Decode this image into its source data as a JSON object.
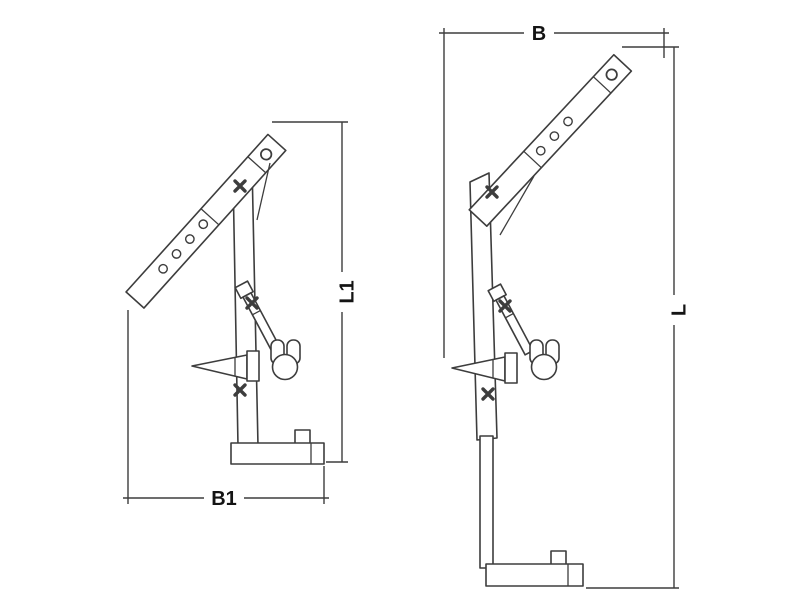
{
  "diagram": {
    "type": "technical-drawing",
    "views": [
      {
        "name": "left-view",
        "width_label": "B1",
        "height_label": "L1"
      },
      {
        "name": "right-view",
        "width_label": "B",
        "height_label": "L"
      }
    ],
    "labels": {
      "b": "B",
      "b1": "B1",
      "l": "L",
      "l1": "L1"
    },
    "colors": {
      "line": "#3d3d3d",
      "label": "#141414",
      "background": "#ffffff"
    }
  }
}
